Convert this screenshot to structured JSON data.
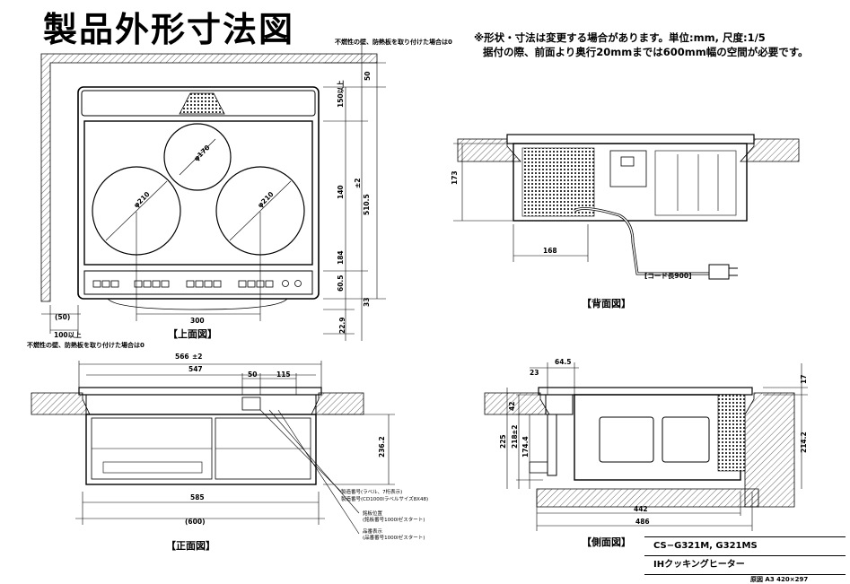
{
  "title": "製品外形寸法図",
  "notes": {
    "line1": "※形状・寸法は変更する場合があります。単位:mm, 尺度:1/5",
    "line2": "据付の際、前面より奥行20mmまでは600mm幅の空間が必要です。"
  },
  "wall_note_top": "不燃性の壁、防熱板を取り付けた場合は0",
  "wall_note_bottom": "不燃性の壁、防熱板を取り付けた場合は0",
  "views": {
    "top": "【上面図】",
    "back": "【背面図】",
    "front": "【正面図】",
    "side": "【側面図】"
  },
  "top_view_dims": {
    "burner_small": "φ170",
    "burner_left": "φ210",
    "burner_right": "φ210",
    "pitch_x": "300",
    "clear_top": "50",
    "clear_left": "(50)",
    "clear_left_min": "100以上",
    "d150": "150以上",
    "d140": "140",
    "d510": "510.5",
    "d510_tol": "±2",
    "d184": "184",
    "d60": "60.5",
    "d33": "33",
    "d22": "22.9"
  },
  "back_view_dims": {
    "height": "173",
    "offset": "168",
    "cord": "[コード長900]"
  },
  "front_view_dims": {
    "w_cut": "566",
    "w_cut_tol": "±2",
    "w_547": "547",
    "d50": "50",
    "d115": "115",
    "h236": "236.2",
    "w_585": "585",
    "w_600": "(600)",
    "label1": "製造番号(ラベル、7桁表示)",
    "label2": "製造番号(CD1000Iラベルサイズ8X48)",
    "label3": "銘板位置",
    "label4": "(銘板番号1000Iゼスタート)",
    "label5": "品番表示",
    "label6": "(品番番号1000Iゼスタート)"
  },
  "side_view_dims": {
    "d64": "64.5",
    "d23": "23",
    "d17": "17",
    "d42": "42",
    "d225": "225",
    "d218": "218",
    "d218_tol": "±2",
    "d174": "174.4",
    "d214": "214.2",
    "d442": "442",
    "d486": "486"
  },
  "title_block": {
    "model": "CS−G321M, G321MS",
    "product": "IHクッキングヒーター",
    "sheet": "原図 A3 420×297"
  }
}
